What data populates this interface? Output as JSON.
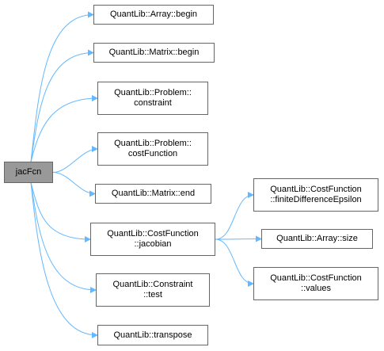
{
  "root": {
    "line1": "jacFcn"
  },
  "nodes": {
    "array_begin": {
      "line1": "QuantLib::Array::begin"
    },
    "matrix_begin": {
      "line1": "QuantLib::Matrix::begin"
    },
    "problem_constraint": {
      "line1": "QuantLib::Problem::",
      "line2": "constraint"
    },
    "problem_costfunction": {
      "line1": "QuantLib::Problem::",
      "line2": "costFunction"
    },
    "matrix_end": {
      "line1": "QuantLib::Matrix::end"
    },
    "costfunction_jacobian": {
      "line1": "QuantLib::CostFunction",
      "line2": "::jacobian"
    },
    "constraint_test": {
      "line1": "QuantLib::Constraint",
      "line2": "::test"
    },
    "transpose": {
      "line1": "QuantLib::transpose"
    },
    "costfunction_fde": {
      "line1": "QuantLib::CostFunction",
      "line2": "::finiteDifferenceEpsilon"
    },
    "array_size": {
      "line1": "QuantLib::Array::size"
    },
    "costfunction_values": {
      "line1": "QuantLib::CostFunction",
      "line2": "::values"
    }
  },
  "edges": [
    {
      "from": "root",
      "to": "array_begin"
    },
    {
      "from": "root",
      "to": "matrix_begin"
    },
    {
      "from": "root",
      "to": "problem_constraint"
    },
    {
      "from": "root",
      "to": "problem_costfunction"
    },
    {
      "from": "root",
      "to": "matrix_end"
    },
    {
      "from": "root",
      "to": "costfunction_jacobian"
    },
    {
      "from": "root",
      "to": "constraint_test"
    },
    {
      "from": "root",
      "to": "transpose"
    },
    {
      "from": "costfunction_jacobian",
      "to": "costfunction_fde"
    },
    {
      "from": "costfunction_jacobian",
      "to": "array_size"
    },
    {
      "from": "costfunction_jacobian",
      "to": "costfunction_values"
    }
  ],
  "colors": {
    "edge": "#63b8ff",
    "root_fill": "#999999",
    "node_border": "#666666"
  }
}
